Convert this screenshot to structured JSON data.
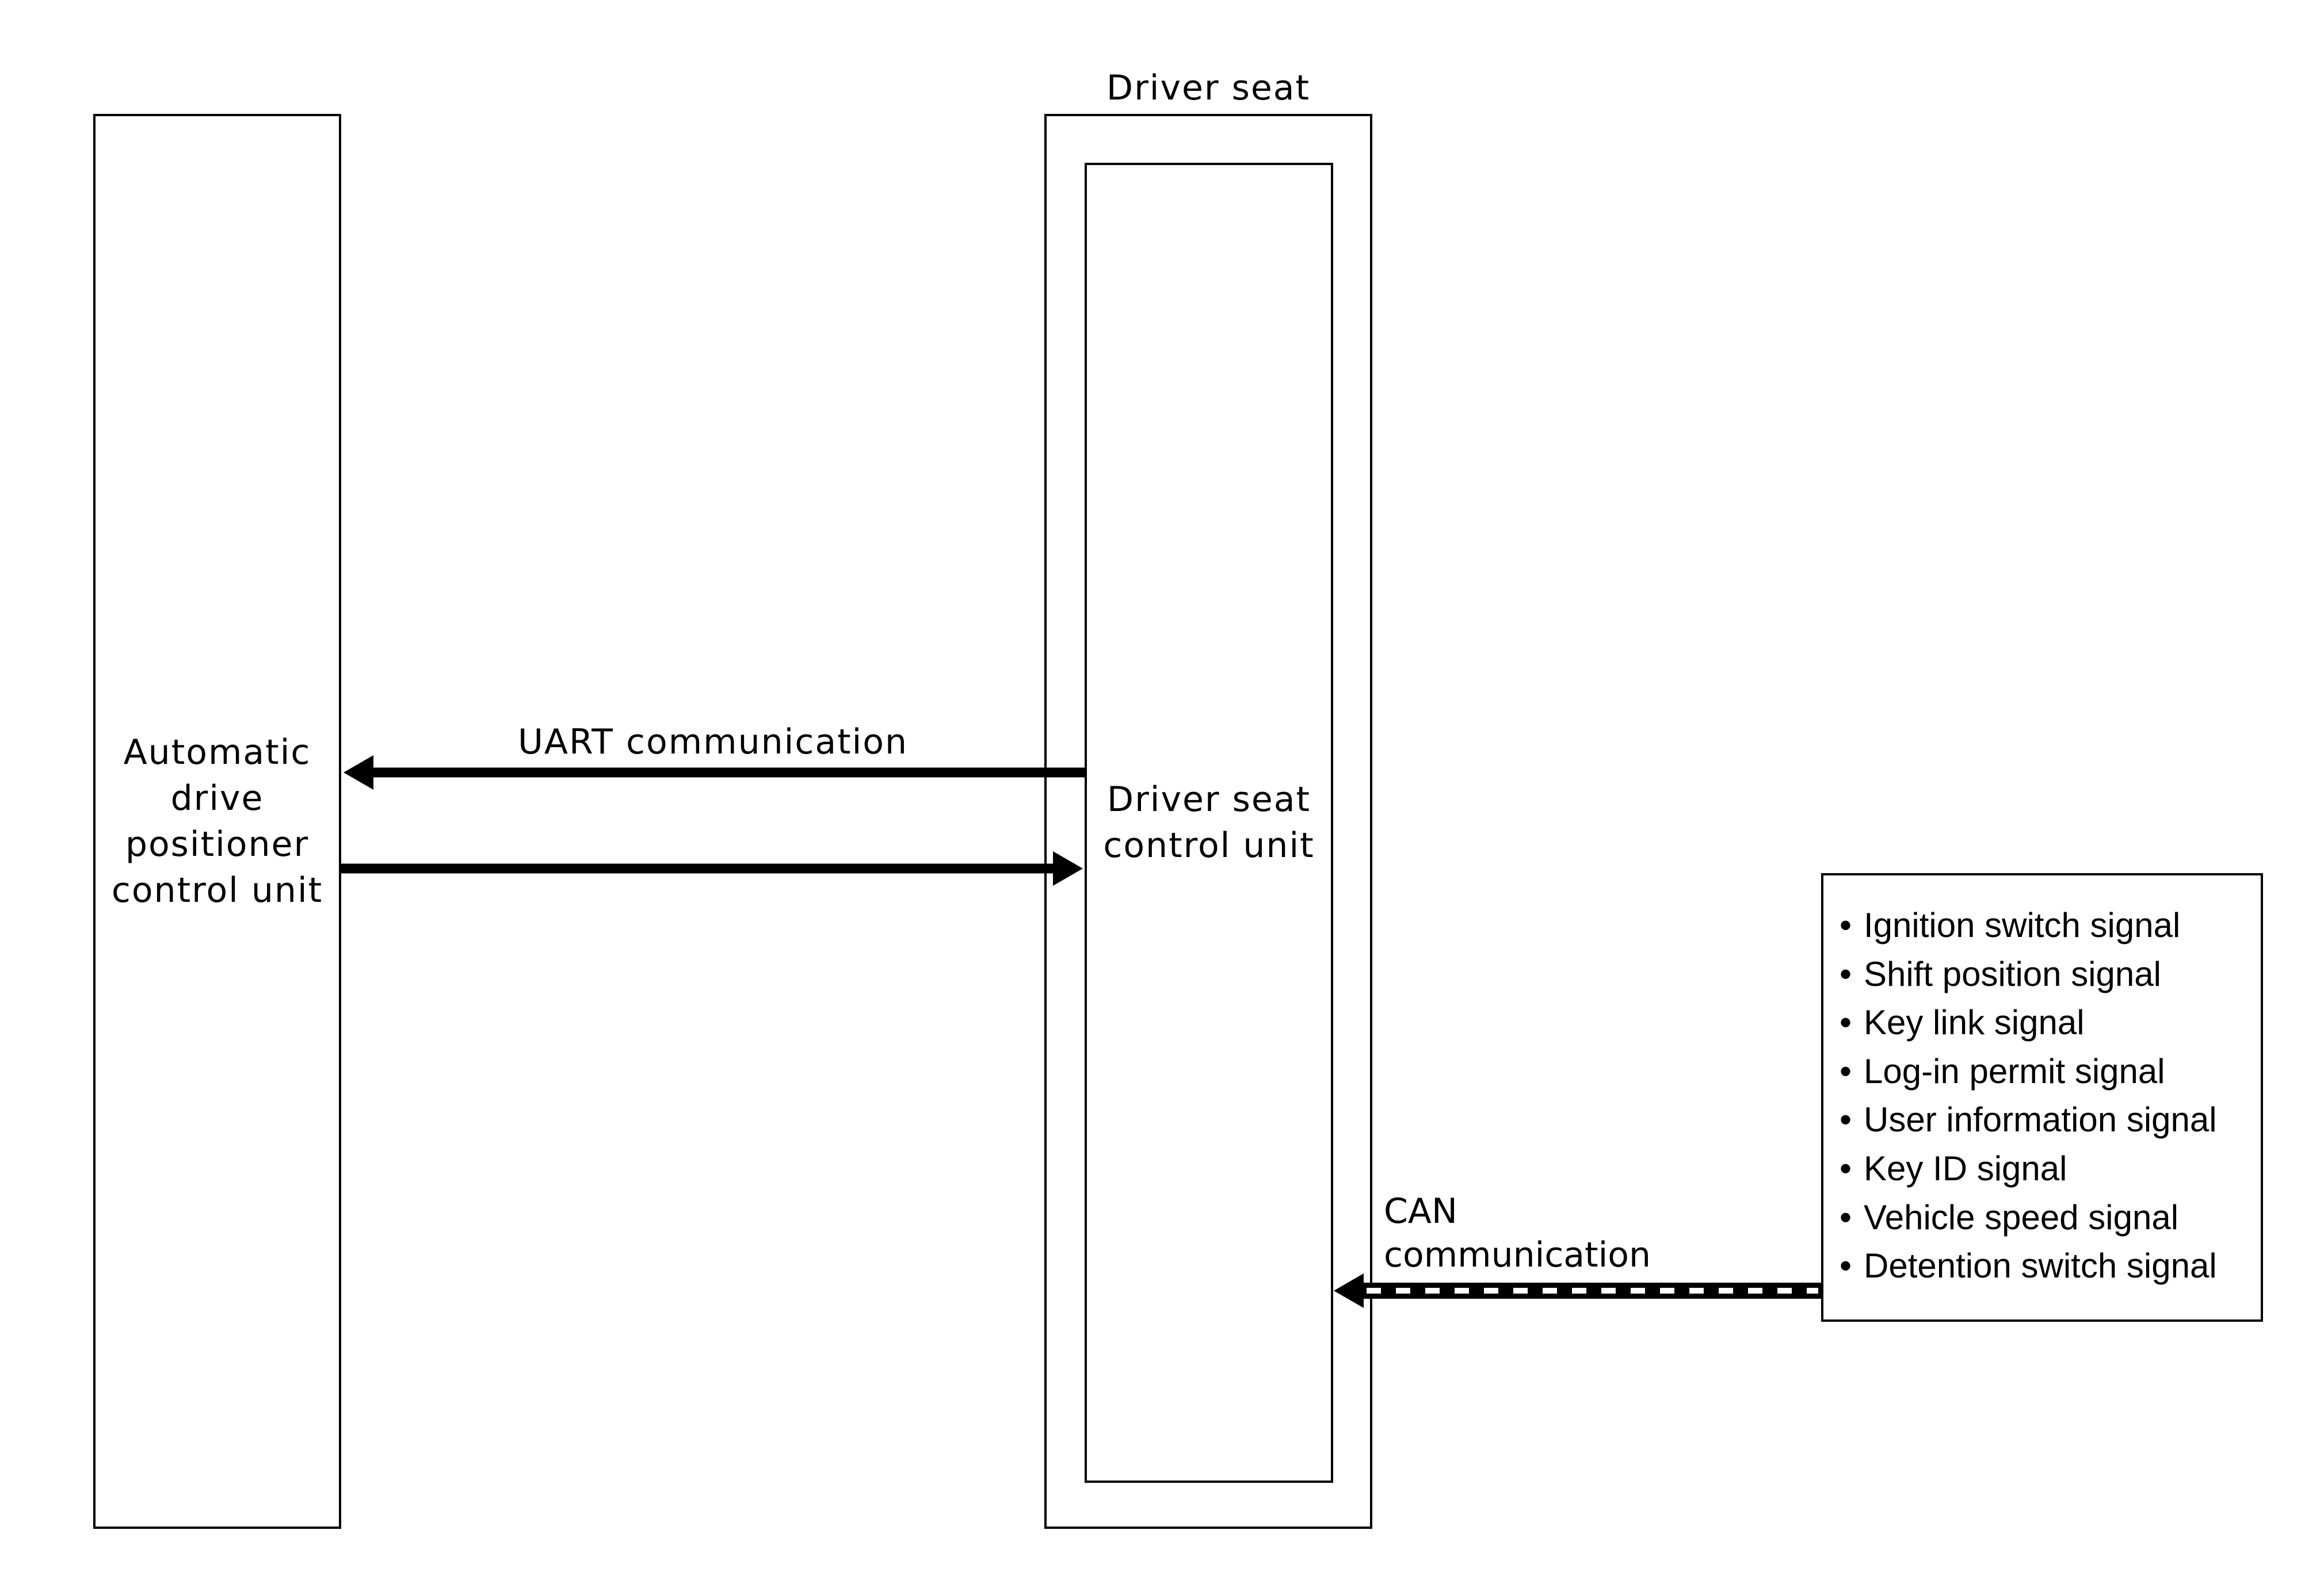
{
  "adp_unit": {
    "label_lines": [
      "Automatic",
      "drive",
      "positioner",
      "control unit"
    ]
  },
  "driver_seat": {
    "title": "Driver seat",
    "control_unit_lines": [
      "Driver seat",
      "control unit"
    ]
  },
  "uart": {
    "label": "UART communication"
  },
  "can": {
    "label_lines": [
      "CAN",
      "communication"
    ]
  },
  "signals": {
    "items": [
      "Ignition switch signal",
      "Shift position signal",
      "Key link signal",
      "Log-in permit signal",
      "User information signal",
      "Key ID signal",
      "Vehicle speed signal",
      "Detention switch signal"
    ]
  }
}
